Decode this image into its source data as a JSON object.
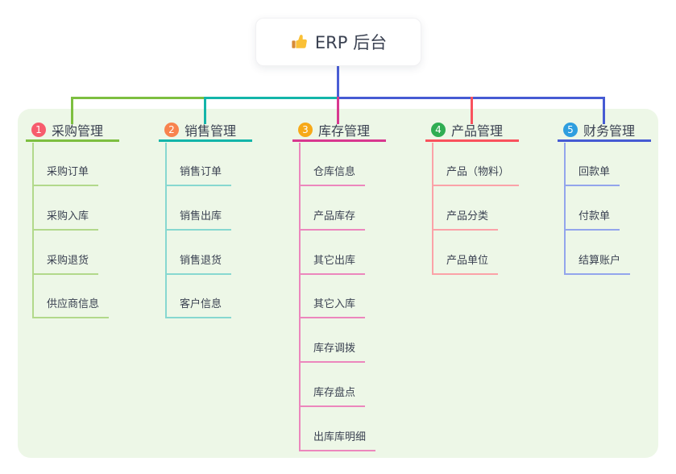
{
  "root": {
    "icon": "thumbs-up",
    "label": "ERP 后台"
  },
  "branches": [
    {
      "number": "1",
      "label": "采购管理",
      "badge_color": "#f75c6d",
      "line_color": "#7dbf40",
      "child_line_color": "#b2d98b",
      "children": [
        "采购订单",
        "采购入库",
        "采购退货",
        "供应商信息"
      ]
    },
    {
      "number": "2",
      "label": "销售管理",
      "badge_color": "#f8834e",
      "line_color": "#13b5a9",
      "child_line_color": "#87d8d0",
      "children": [
        "销售订单",
        "销售出库",
        "销售退货",
        "客户信息"
      ]
    },
    {
      "number": "3",
      "label": "库存管理",
      "badge_color": "#f7a918",
      "line_color": "#d8388f",
      "child_line_color": "#ec87bd",
      "children": [
        "仓库信息",
        "产品库存",
        "其它出库",
        "其它入库",
        "库存调拨",
        "库存盘点",
        "出库库明细"
      ]
    },
    {
      "number": "4",
      "label": "产品管理",
      "badge_color": "#2fad52",
      "line_color": "#f9525d",
      "child_line_color": "#fba2a8",
      "children": [
        "产品（物料）",
        "产品分类",
        "产品单位"
      ]
    },
    {
      "number": "5",
      "label": "财务管理",
      "badge_color": "#2e9edf",
      "line_color": "#465bd3",
      "child_line_color": "#93a5ec",
      "children": [
        "回款单",
        "付款单",
        "结算账户"
      ]
    }
  ],
  "connectors": {
    "root_line_color": "#4a5ed6"
  },
  "colors": {
    "canvas_bg": "#ffffff",
    "panel_bg": "#edf7e7",
    "text": "#3b4252"
  }
}
